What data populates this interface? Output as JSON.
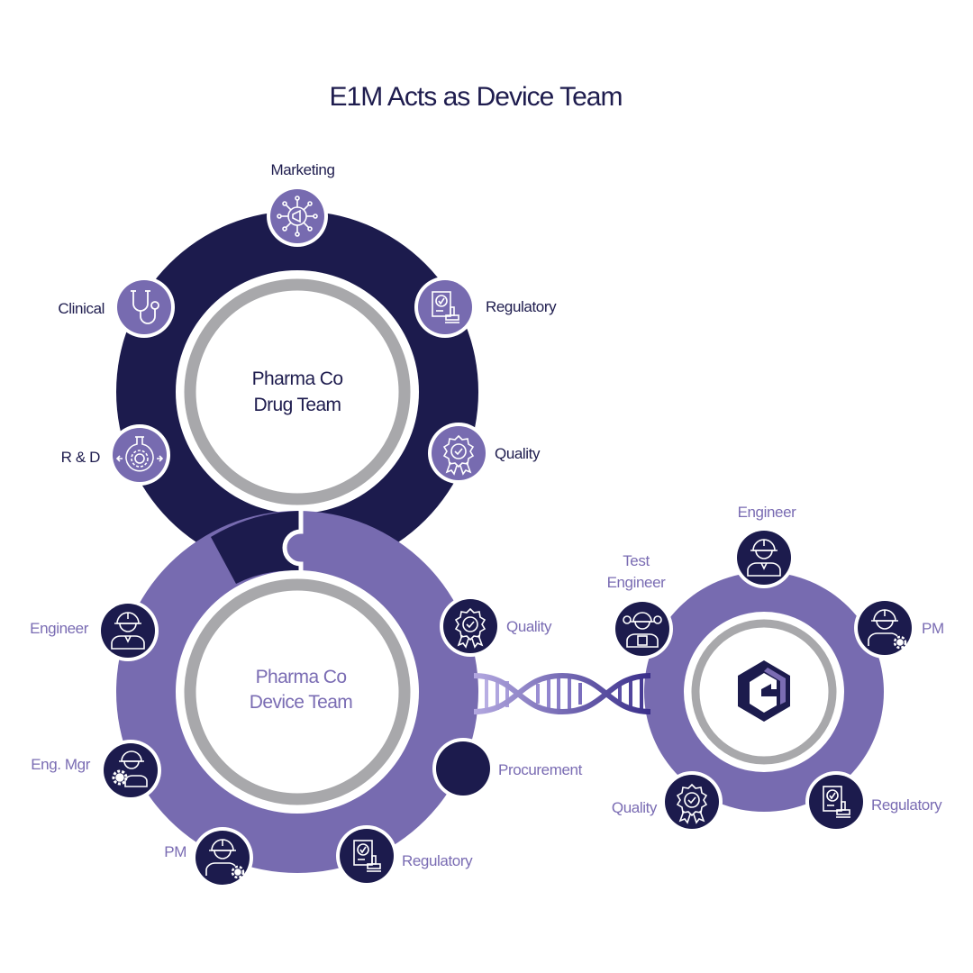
{
  "title": "E1M Acts as Device Team",
  "colors": {
    "navy": "#1c1b4d",
    "purple": "#776bb0",
    "gray_ring": "#a8a8ab",
    "white": "#ffffff",
    "helix_light": "#b3a8e0",
    "helix_dark": "#3a2f8a"
  },
  "drug_team": {
    "center_line1": "Pharma Co",
    "center_line2": "Drug Team",
    "nodes": {
      "marketing": {
        "label": "Marketing",
        "icon": "megaphone-network-icon"
      },
      "regulatory": {
        "label": "Regulatory",
        "icon": "certificate-stamp-icon"
      },
      "quality": {
        "label": "Quality",
        "icon": "quality-badge-icon"
      },
      "clinical": {
        "label": "Clinical",
        "icon": "stethoscope-icon"
      },
      "rnd": {
        "label": "R & D",
        "icon": "flask-gear-icon"
      }
    }
  },
  "device_team": {
    "center_line1": "Pharma Co",
    "center_line2": "Device Team",
    "nodes": {
      "engineer": {
        "label": "Engineer",
        "icon": "hard-hat-worker-icon"
      },
      "quality": {
        "label": "Quality",
        "icon": "quality-badge-icon"
      },
      "procurement": {
        "label": "Procurement",
        "icon": "blank-circle-icon"
      },
      "eng_mgr": {
        "label": "Eng. Mgr",
        "icon": "worker-gear-icon"
      },
      "pm": {
        "label": "PM",
        "icon": "worker-gear-icon"
      },
      "regulatory": {
        "label": "Regulatory",
        "icon": "certificate-stamp-icon"
      }
    }
  },
  "e1m_team": {
    "logo": "e1m-logo-icon",
    "nodes": {
      "engineer": {
        "label": "Engineer",
        "icon": "hard-hat-worker-icon"
      },
      "test_engineer": {
        "label_line1": "Test",
        "label_line2": "Engineer",
        "icon": "test-engineer-icon"
      },
      "pm": {
        "label": "PM",
        "icon": "worker-gear-icon"
      },
      "quality": {
        "label": "Quality",
        "icon": "quality-badge-icon"
      },
      "regulatory": {
        "label": "Regulatory",
        "icon": "certificate-stamp-icon"
      }
    }
  },
  "connector": {
    "icon": "dna-helix-icon"
  }
}
